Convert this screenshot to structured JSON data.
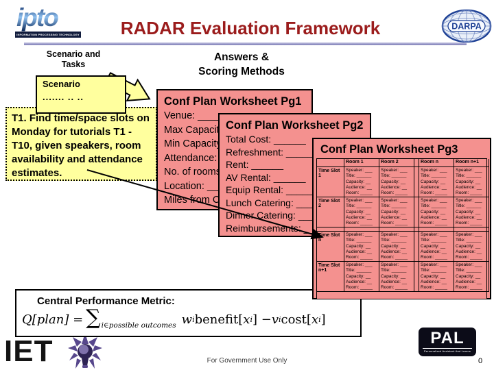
{
  "colors": {
    "title_red": "#9B1C1C",
    "worksheet_pink": "#F4918F",
    "box_yellow": "#FFFF9E",
    "divider_purple": "#9C9CCB",
    "darpa_blue": "#1C3F94"
  },
  "header": {
    "ipto_text": "ipto",
    "ipto_subtext": "INFORMATION PROCESSING TECHNOLOGY OFFICE",
    "title": "RADAR Evaluation Framework",
    "darpa_text": "DARPA"
  },
  "flow": {
    "scenario_tasks_label": "Scenario and\nTasks",
    "answers_label": "Answers &\nScoring Methods",
    "scenario_title": "Scenario",
    "scenario_dots": "....... .. .."
  },
  "task_box": {
    "text": "T1. Find time/space slots on Monday for tutorials T1 - T10, given speakers, room availability and attendance estimates."
  },
  "worksheets": {
    "pg1": {
      "title": "Conf Plan Worksheet  Pg1",
      "lines": [
        "Venue: ______",
        "Max Capacity: ___",
        "Min Capacity: ___",
        "Attendance: ____",
        "No. of rooms: ___",
        "Location: ______",
        "Miles from C_____"
      ]
    },
    "pg2": {
      "title": "Conf Plan Worksheet  Pg2",
      "lines": [
        "Total Cost: ______",
        "Refreshment: _____",
        "Rent: ______",
        "AV Rental: ______",
        "Equip Rental: _____",
        "Lunch Catering: ___",
        "Dinner Catering: ___",
        "Reimbursements: ___"
      ]
    },
    "pg3": {
      "title": "Conf Plan Worksheet  Pg3",
      "col_headers": [
        "Room 1",
        "Room 2",
        "Room n",
        "Room n+1"
      ],
      "row_labels": [
        "Time Slot\n1",
        "Time Slot\n2",
        "Time Slot\nn",
        "Time Slot\nn+1"
      ],
      "cell_text": "Speaker: ___\nTitle: ______\nCapacity: __\nAudience: __\nRoom: _____"
    }
  },
  "metric": {
    "heading": "Central Performance Metric:",
    "formula": {
      "lhs": "Q[plan] =",
      "sigma": "∑",
      "sigma_sub": "i∈possible outcomes",
      "w": "w",
      "i1": "i",
      "benefit": "benefit[",
      "x1": "x",
      "i2": "i",
      "mid": "] − ",
      "v": "v",
      "i3": "i",
      "cost": "cost[",
      "x2": "x",
      "i4": "i",
      "close": "]"
    }
  },
  "footer": {
    "iet_text": "IET",
    "gov_text": "For Government Use Only",
    "pal_text": "PAL",
    "pal_subtext": "Personalized Assistant that Learns",
    "page_number": "0"
  }
}
